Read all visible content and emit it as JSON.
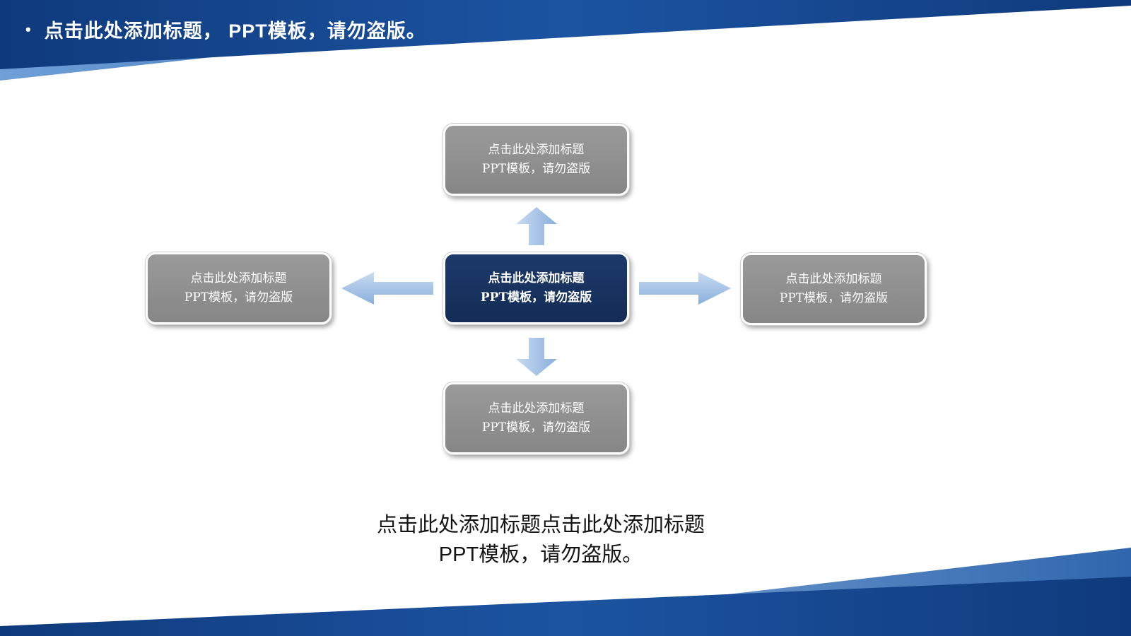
{
  "header": {
    "bullet": "•",
    "text": "点击此处添加标题， PPT模板，请勿盗版。"
  },
  "diagram": {
    "top": {
      "line1": "点击此处添加标题",
      "line2": "PPT模板，请勿盗版"
    },
    "left": {
      "line1": "点击此处添加标题",
      "line2": "PPT模板，请勿盗版"
    },
    "center": {
      "line1": "点击此处添加标题",
      "line2": "PPT模板，请勿盗版"
    },
    "right": {
      "line1": "点击此处添加标题",
      "line2": "PPT模板，请勿盗版"
    },
    "bottom": {
      "line1": "点击此处添加标题",
      "line2": "PPT模板，请勿盗版"
    }
  },
  "caption": {
    "line1": "点击此处添加标题点击此处添加标题",
    "line2": "PPT模板，请勿盗版。"
  },
  "colors": {
    "ribbon_dark": "#154286",
    "ribbon_light": "#4f86c6",
    "center_box": "#17315e",
    "side_box": "#8f8f8f",
    "arrow_light": "#c3d7ef",
    "arrow_dark": "#8fb4e0",
    "header_text": "#ffffff",
    "caption_text": "#141414"
  }
}
